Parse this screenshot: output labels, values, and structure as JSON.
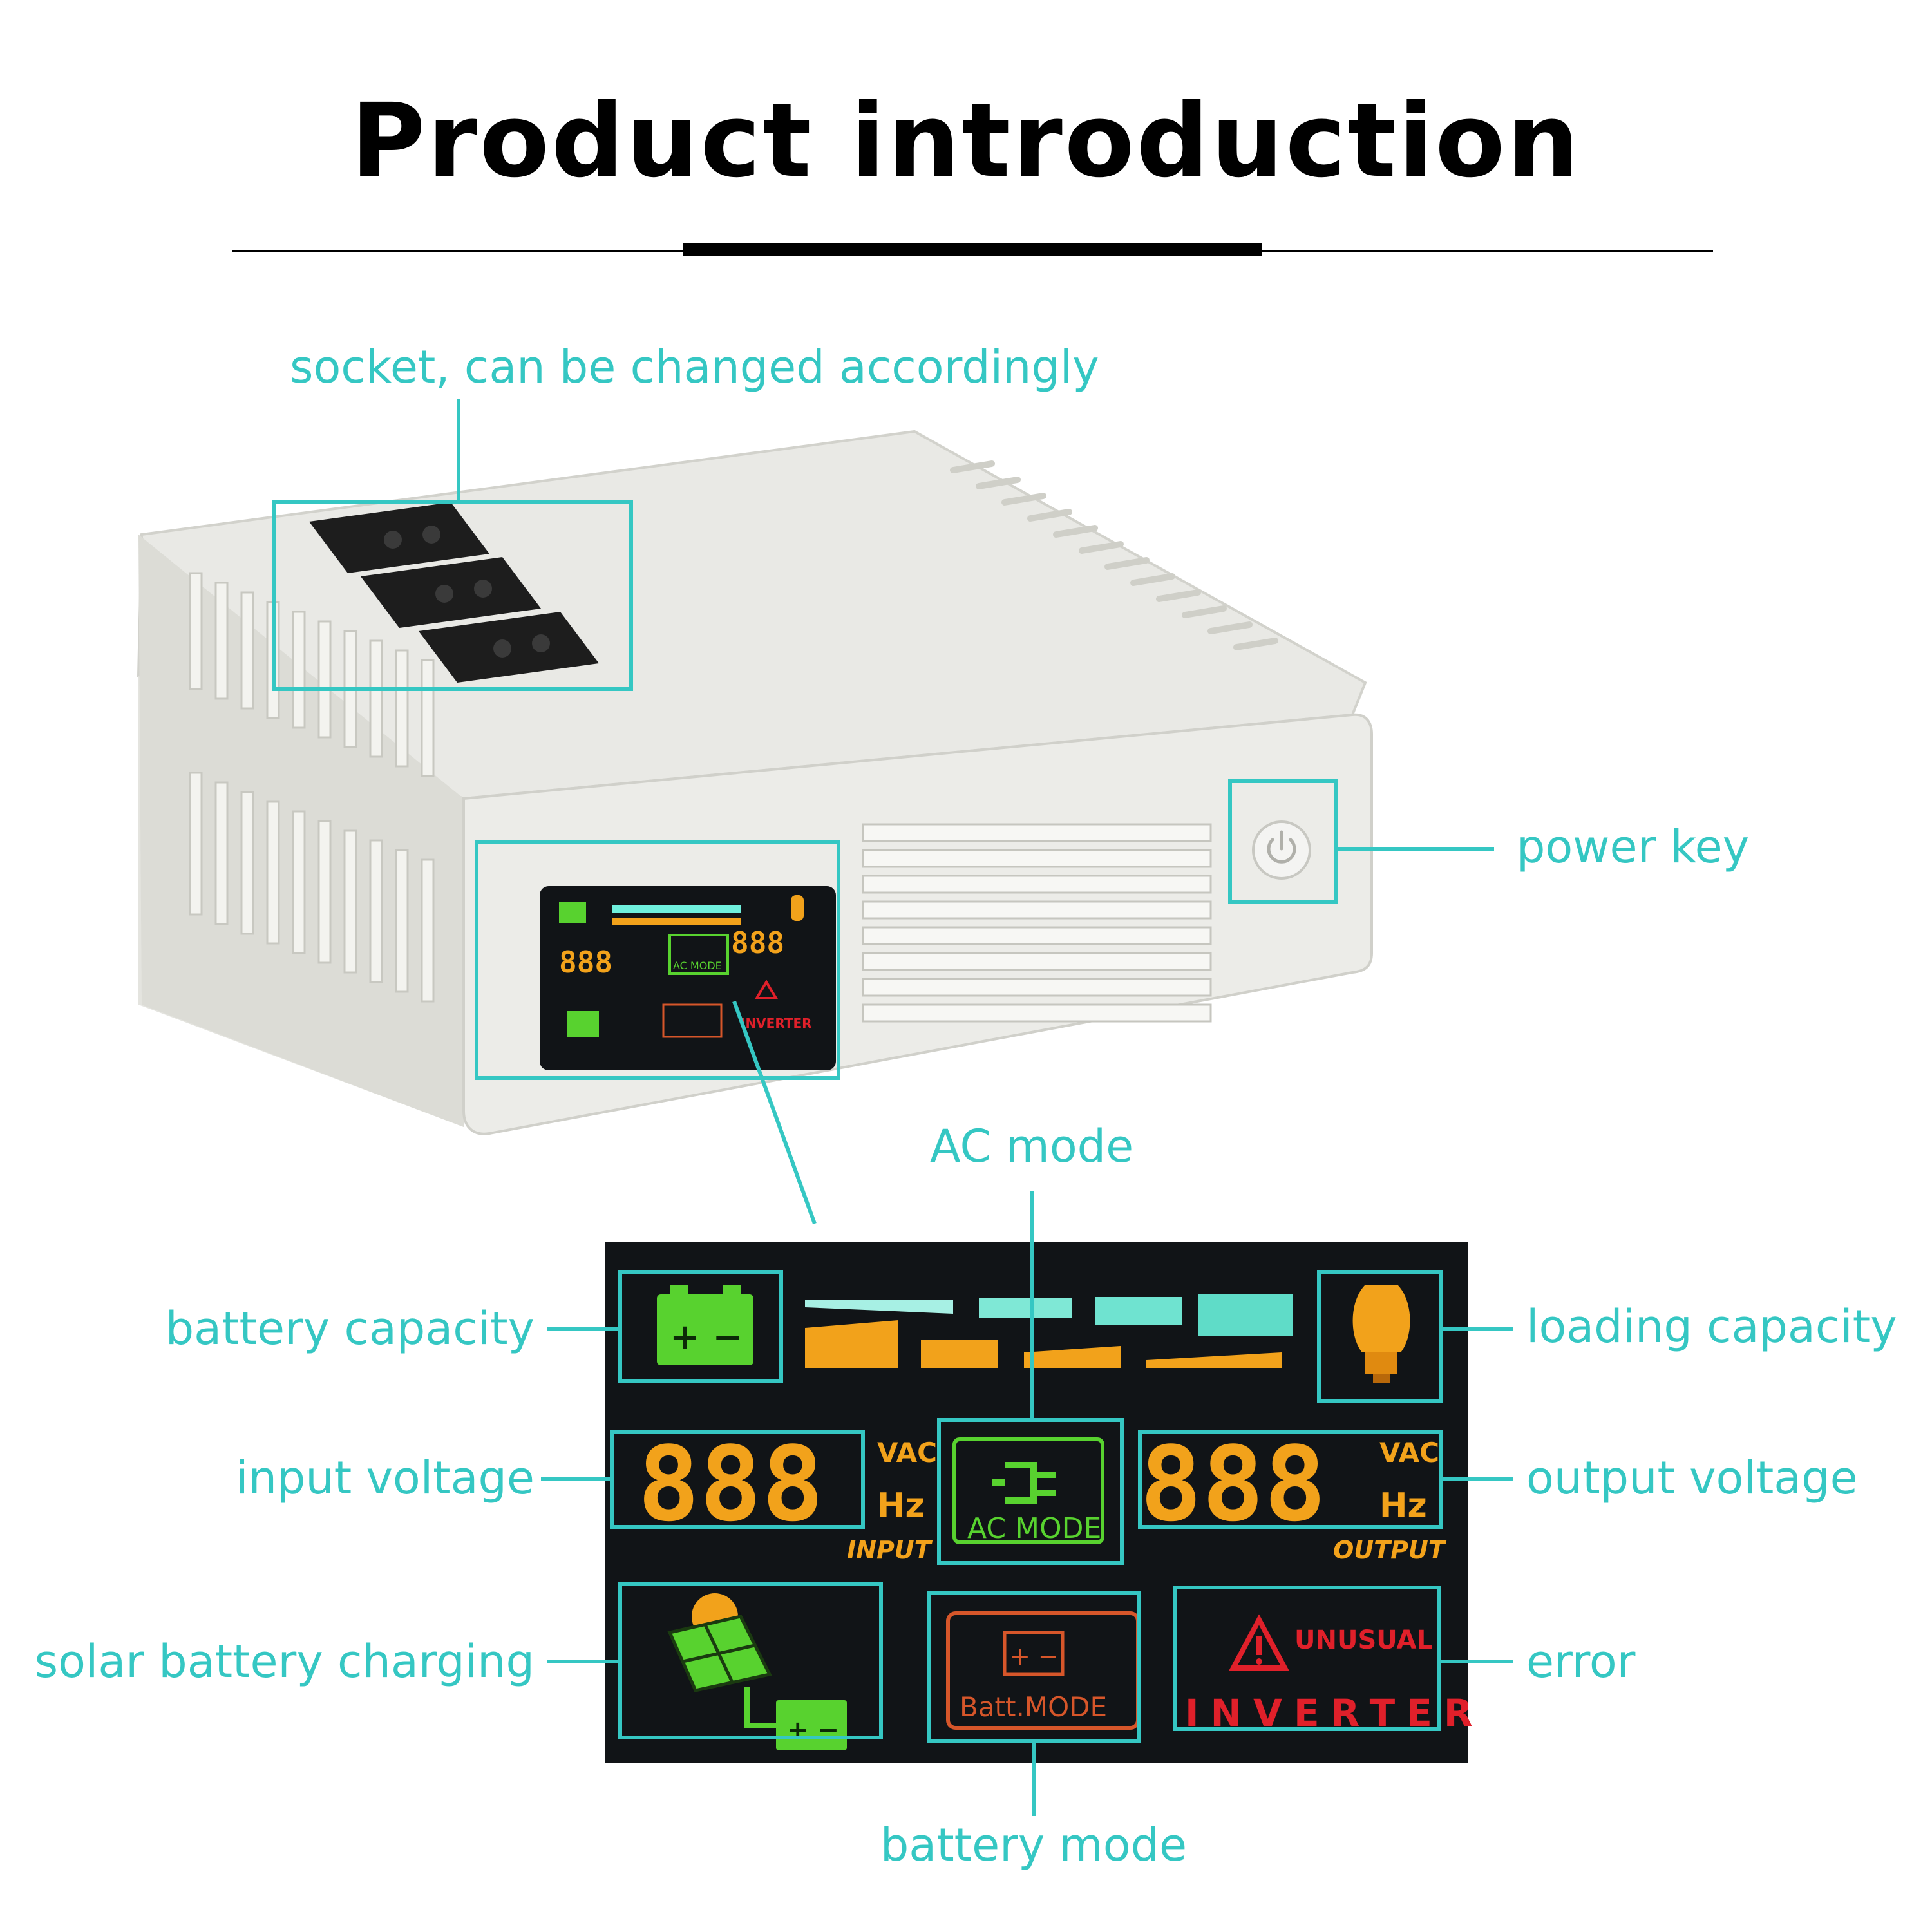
{
  "page": {
    "title": "Product introduction"
  },
  "colors": {
    "accent": "#35c7c3",
    "title": "#000000",
    "lcd_bg": "#111417",
    "amber": "#f2a21b",
    "green": "#58d22f",
    "red": "#e0202a"
  },
  "callouts": {
    "socket": "socket, can be changed accordingly",
    "power_key": "power key",
    "ac_mode": "AC mode",
    "battery_capacity": "battery capacity",
    "loading_capacity": "loading capacity",
    "input_voltage": "input voltage",
    "output_voltage": "output voltage",
    "solar_battery_charging": "solar battery charging",
    "error": "error",
    "battery_mode": "battery mode"
  },
  "lcd": {
    "input_digits": "888",
    "output_digits": "888",
    "unit_vac": "VAC",
    "unit_hz": "Hz",
    "input_label": "INPUT",
    "output_label": "OUTPUT",
    "ac_mode_label": "AC MODE",
    "batt_mode_label": "Batt.MODE",
    "unusual_label": "UNUSUAL",
    "inverter_label": "INVERTER",
    "battery_sign": "+ −"
  },
  "icons": [
    "socket-icon",
    "power-icon",
    "battery-icon",
    "bulb-icon",
    "plug-icon",
    "solar-panel-icon",
    "warning-icon"
  ]
}
